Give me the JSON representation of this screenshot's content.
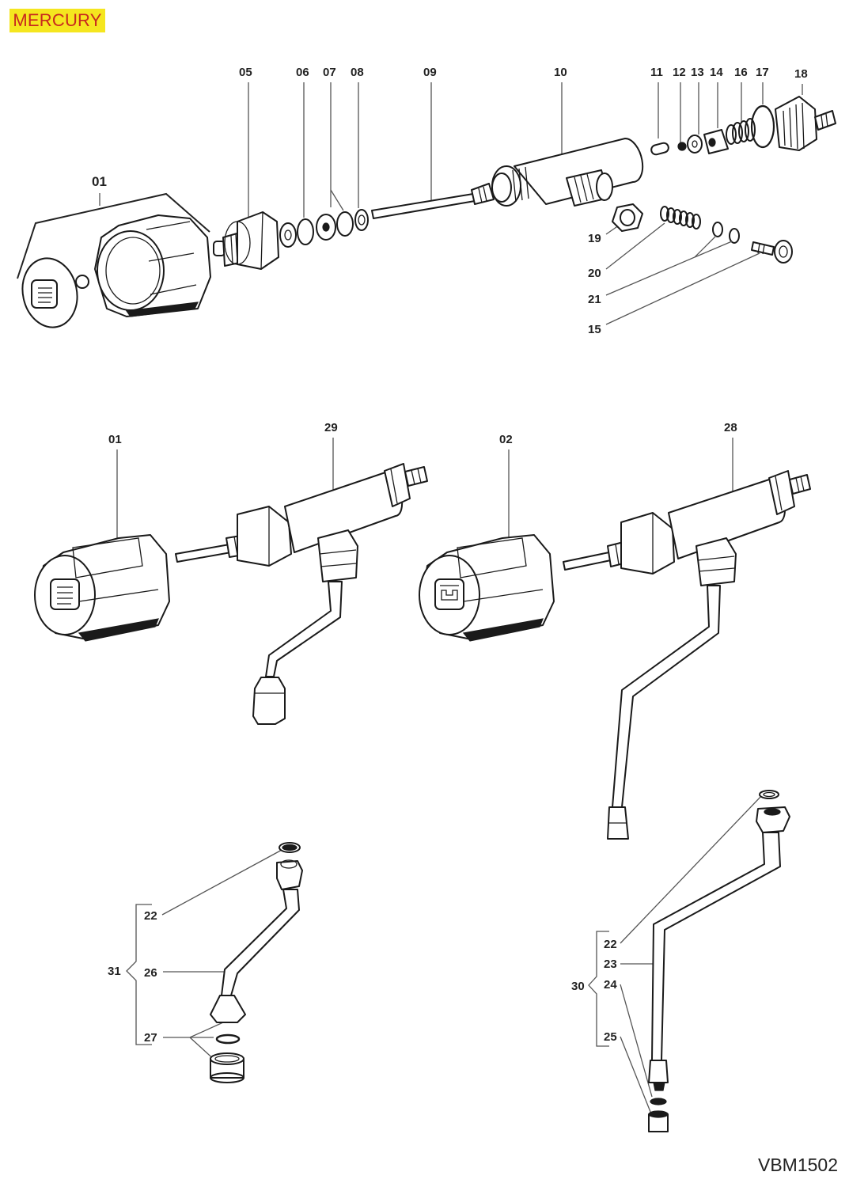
{
  "header": {
    "brand": "MERCURY"
  },
  "footer": {
    "drawing_code": "VBM1502"
  },
  "colors": {
    "brand_background": "#f5e61f",
    "brand_text": "#c8281e",
    "line": "#1a1a1a"
  },
  "exploded_view": {
    "labels": [
      "01",
      "05",
      "06",
      "07",
      "08",
      "09",
      "10",
      "11",
      "12",
      "13",
      "14",
      "16",
      "17",
      "18",
      "19",
      "20",
      "21",
      "15"
    ]
  },
  "assembly_left": {
    "knob_label": "01",
    "body_label": "29"
  },
  "assembly_right": {
    "knob_label": "02",
    "body_label": "28"
  },
  "kit_31": {
    "group_label": "31",
    "parts": [
      "22",
      "26",
      "27"
    ]
  },
  "kit_30": {
    "group_label": "30",
    "parts": [
      "22",
      "23",
      "24",
      "25"
    ]
  }
}
